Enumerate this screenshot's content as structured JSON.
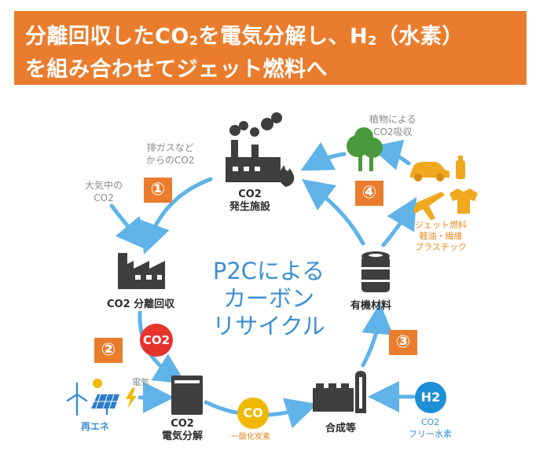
{
  "title": {
    "line1_a": "分離回収したCO",
    "line1_sub": "2",
    "line1_b": "を電気分解し、H",
    "line1_sub2": "2",
    "line1_c": "（水素）",
    "line2": "を組み合わせてジェット燃料へ"
  },
  "labels": {
    "exhaust": [
      "排ガスなど",
      "からのCO2"
    ],
    "atmosphere": [
      "大気中の",
      "CO2"
    ],
    "plant_absorb": [
      "植物による",
      "CO2吸収"
    ],
    "source": [
      "CO2",
      "発生施設"
    ],
    "capture": "CO2 分離回収",
    "organic": "有機材料",
    "products": [
      "ジェット燃料",
      "軽油・繊維",
      "プラスチック"
    ],
    "renewable": "再エネ",
    "electricity": "電気",
    "electrolysis": [
      "CO2",
      "電気分解"
    ],
    "co_name": "一酸化炭素",
    "synthesis": "合成等",
    "h2_free": [
      "CO2",
      "フリー水素"
    ],
    "center": [
      "P2Cによる",
      "カーボン",
      "リサイクル"
    ]
  },
  "bubbles": {
    "co2": "CO2",
    "co": "CO",
    "h2": "H2"
  },
  "steps": [
    "①",
    "②",
    "③",
    "④"
  ],
  "colors": {
    "banner": "#ea7d2d",
    "arrow": "#5fb3e8",
    "co2_bubble": "#e6342c",
    "co_bubble": "#f0b800",
    "h2_bubble": "#1d8fd6",
    "products": "#ea8a1f",
    "icon_dark": "#3e3e3e",
    "tree": "#4a9a3d"
  },
  "icons": [
    "factory-smoke-fire-icon",
    "factory-icon",
    "tank-icon",
    "barrel-icon",
    "refinery-icon",
    "trees-icon",
    "car-icon",
    "bottle-icon",
    "plane-icon",
    "tshirt-icon",
    "wind-turbine-icon",
    "solar-panel-icon",
    "lightning-icon"
  ]
}
